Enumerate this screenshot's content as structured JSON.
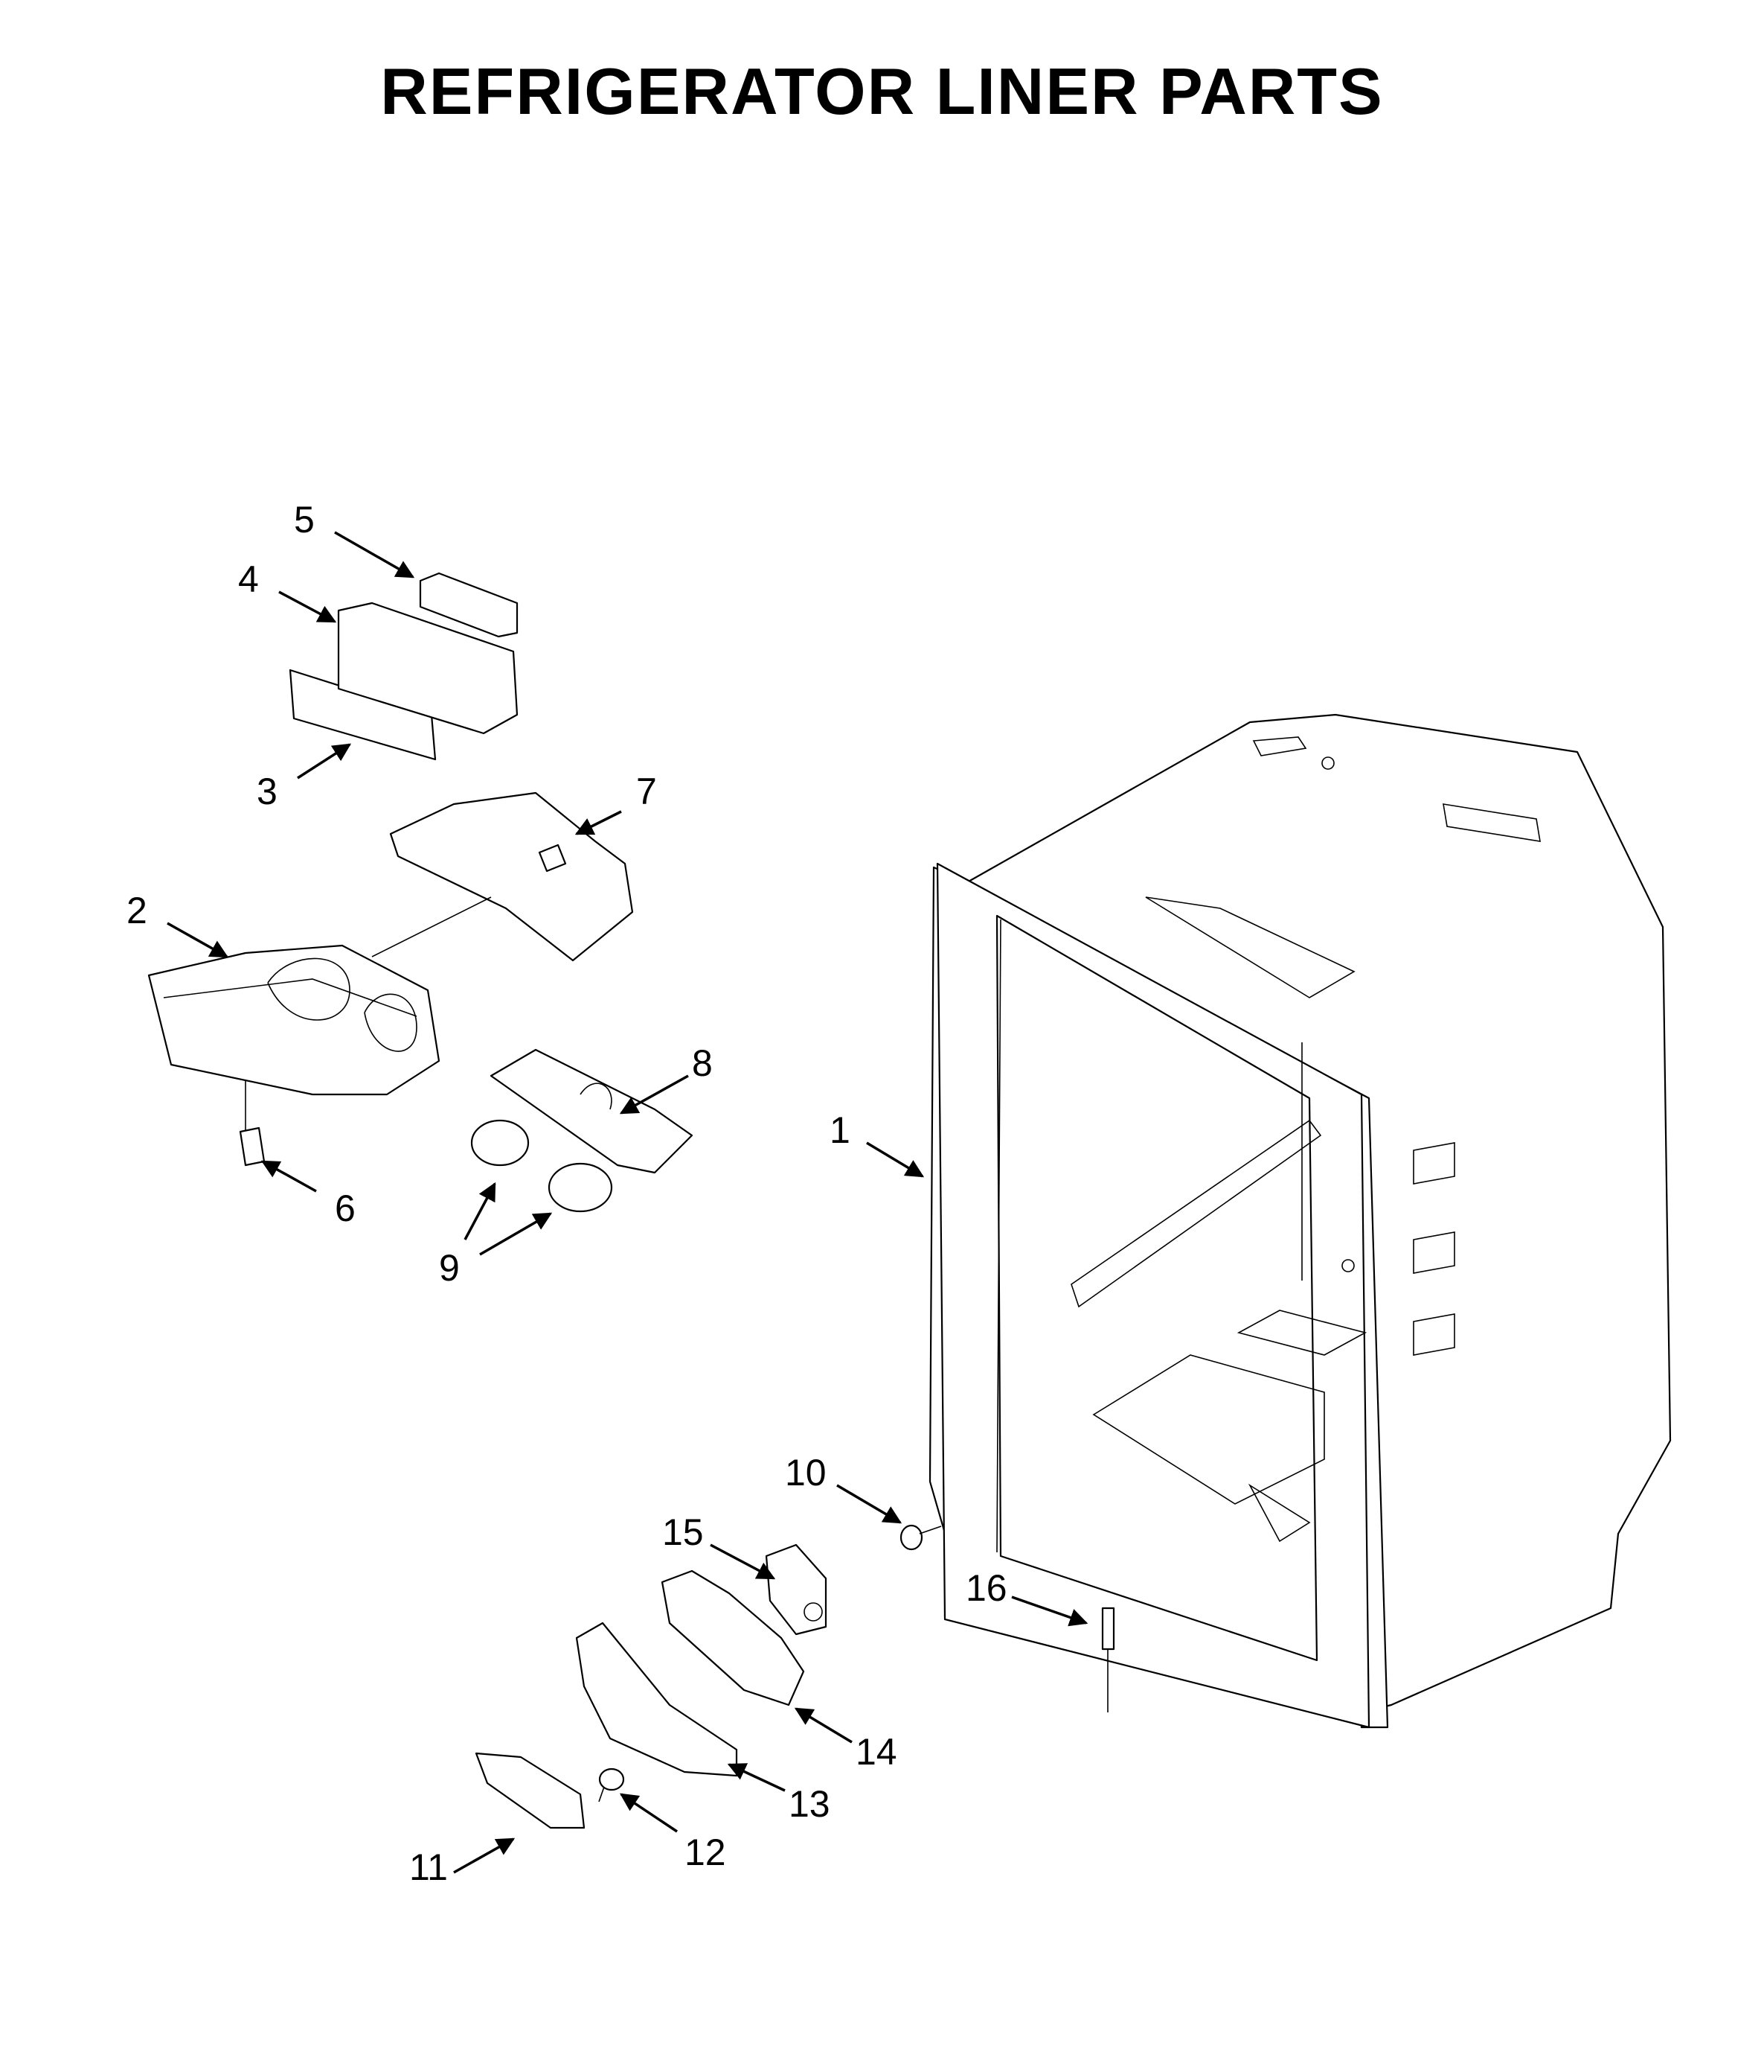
{
  "title": "REFRIGERATOR LINER PARTS",
  "callouts": {
    "c1": "1",
    "c2": "2",
    "c3": "3",
    "c4": "4",
    "c5": "5",
    "c6": "6",
    "c7": "7",
    "c8": "8",
    "c9": "9",
    "c10": "10",
    "c11": "11",
    "c12": "12",
    "c13": "13",
    "c14": "14",
    "c15": "15",
    "c16": "16"
  }
}
